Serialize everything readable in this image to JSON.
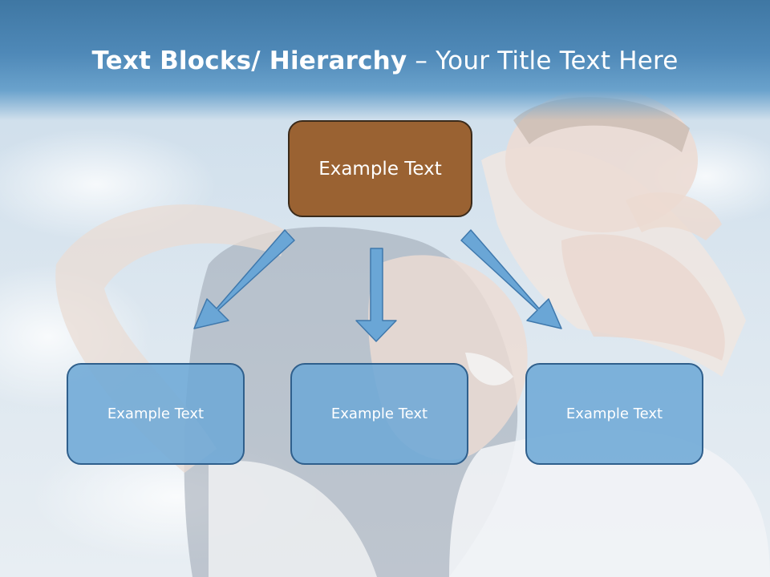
{
  "slide": {
    "title_bold": "Text Blocks/ Hierarchy",
    "title_regular": " – Your Title Text Here"
  },
  "diagram": {
    "top_box": {
      "label": "Example Text",
      "fill": "#9a6232",
      "border": "#3a2a1a"
    },
    "child_boxes": [
      {
        "label": "Example Text"
      },
      {
        "label": "Example Text"
      },
      {
        "label": "Example Text"
      }
    ],
    "child_fill": "#6ea8d6",
    "child_border": "#2f5f8c",
    "arrow_color": "#6aa6d6",
    "arrow_border": "#3f78ac"
  },
  "background": {
    "band_color": "#3f77a3",
    "sky_color": "#dfe9f2"
  }
}
